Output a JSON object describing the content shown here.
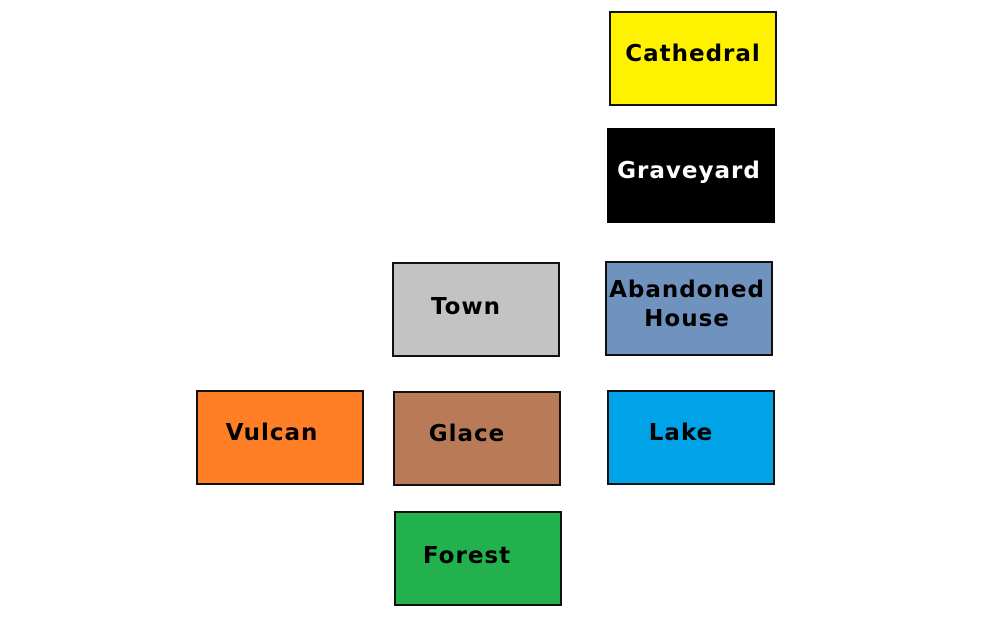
{
  "rooms": [
    {
      "label": "Cathedral",
      "fill": "#fff200",
      "text_color": "#000000"
    },
    {
      "label": "Graveyard",
      "fill": "#000000",
      "text_color": "#ffffff"
    },
    {
      "label": "Town",
      "fill": "#c3c3c3",
      "text_color": "#000000"
    },
    {
      "label": "Abandoned\nHouse",
      "fill": "#7092be",
      "text_color": "#000000"
    },
    {
      "label": "Vulcan",
      "fill": "#ff7f27",
      "text_color": "#000000"
    },
    {
      "label": "Glace",
      "fill": "#b97a57",
      "text_color": "#000000"
    },
    {
      "label": "Lake",
      "fill": "#00a2e8",
      "text_color": "#000000"
    },
    {
      "label": "Forest",
      "fill": "#22b14c",
      "text_color": "#000000"
    }
  ]
}
